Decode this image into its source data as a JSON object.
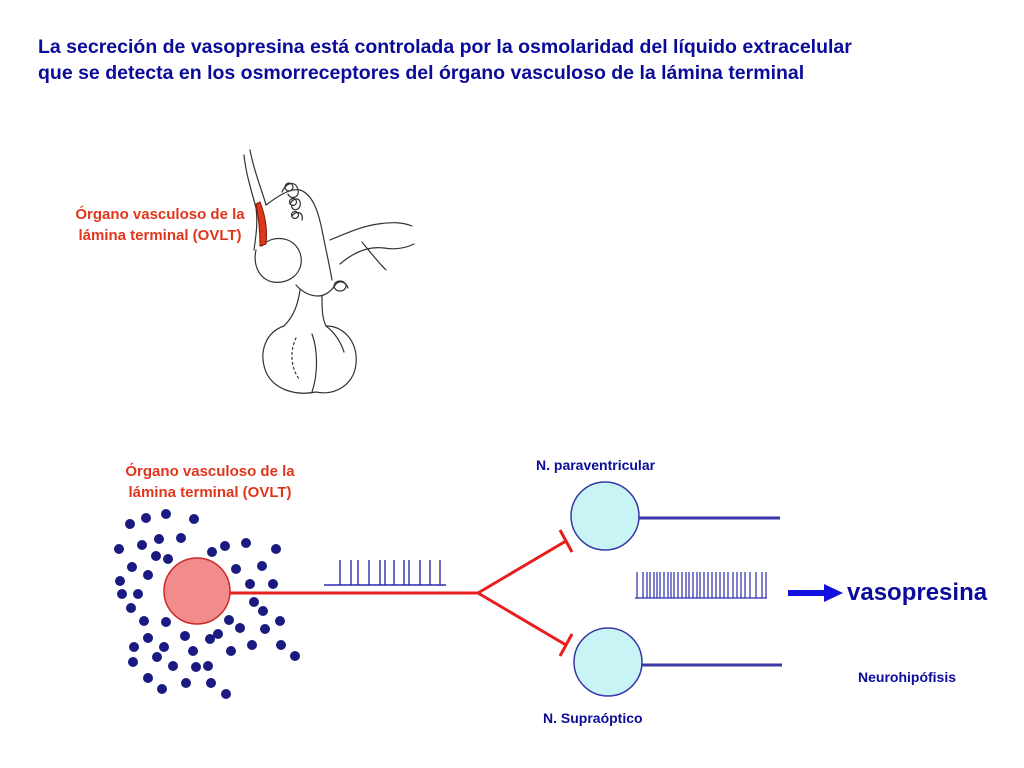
{
  "title": {
    "line1": "La secreción de vasopresina está controlada por la osmolaridad del líquido extracelular",
    "line2": "que se detecta en los osmorreceptores del órgano vasculoso de la lámina terminal"
  },
  "anatomy": {
    "label_line1": "Órgano vasculoso de la",
    "label_line2": "lámina terminal (OVLT)"
  },
  "schema": {
    "ovlt_label_line1": "Órgano vasculoso de la",
    "ovlt_label_line2": "lámina terminal (OVLT)",
    "paraventricular_label": "N. paraventricular",
    "supraoptico_label": "N. Supraóptico",
    "output_label": "vasopresina",
    "neurohipofisis_label": "Neurohipófisis"
  },
  "colors": {
    "title": "#0b0b9a",
    "red_label": "#e0361c",
    "axon_red": "#e81e1e",
    "osmo_dot": "#1a1a80",
    "osmo_cell": "#f28c8c",
    "nucleus_cell": "#c8f4f6",
    "nucleus_axon": "#3838a8",
    "spike": "#2a2ab0",
    "arrow": "#1010e0"
  }
}
